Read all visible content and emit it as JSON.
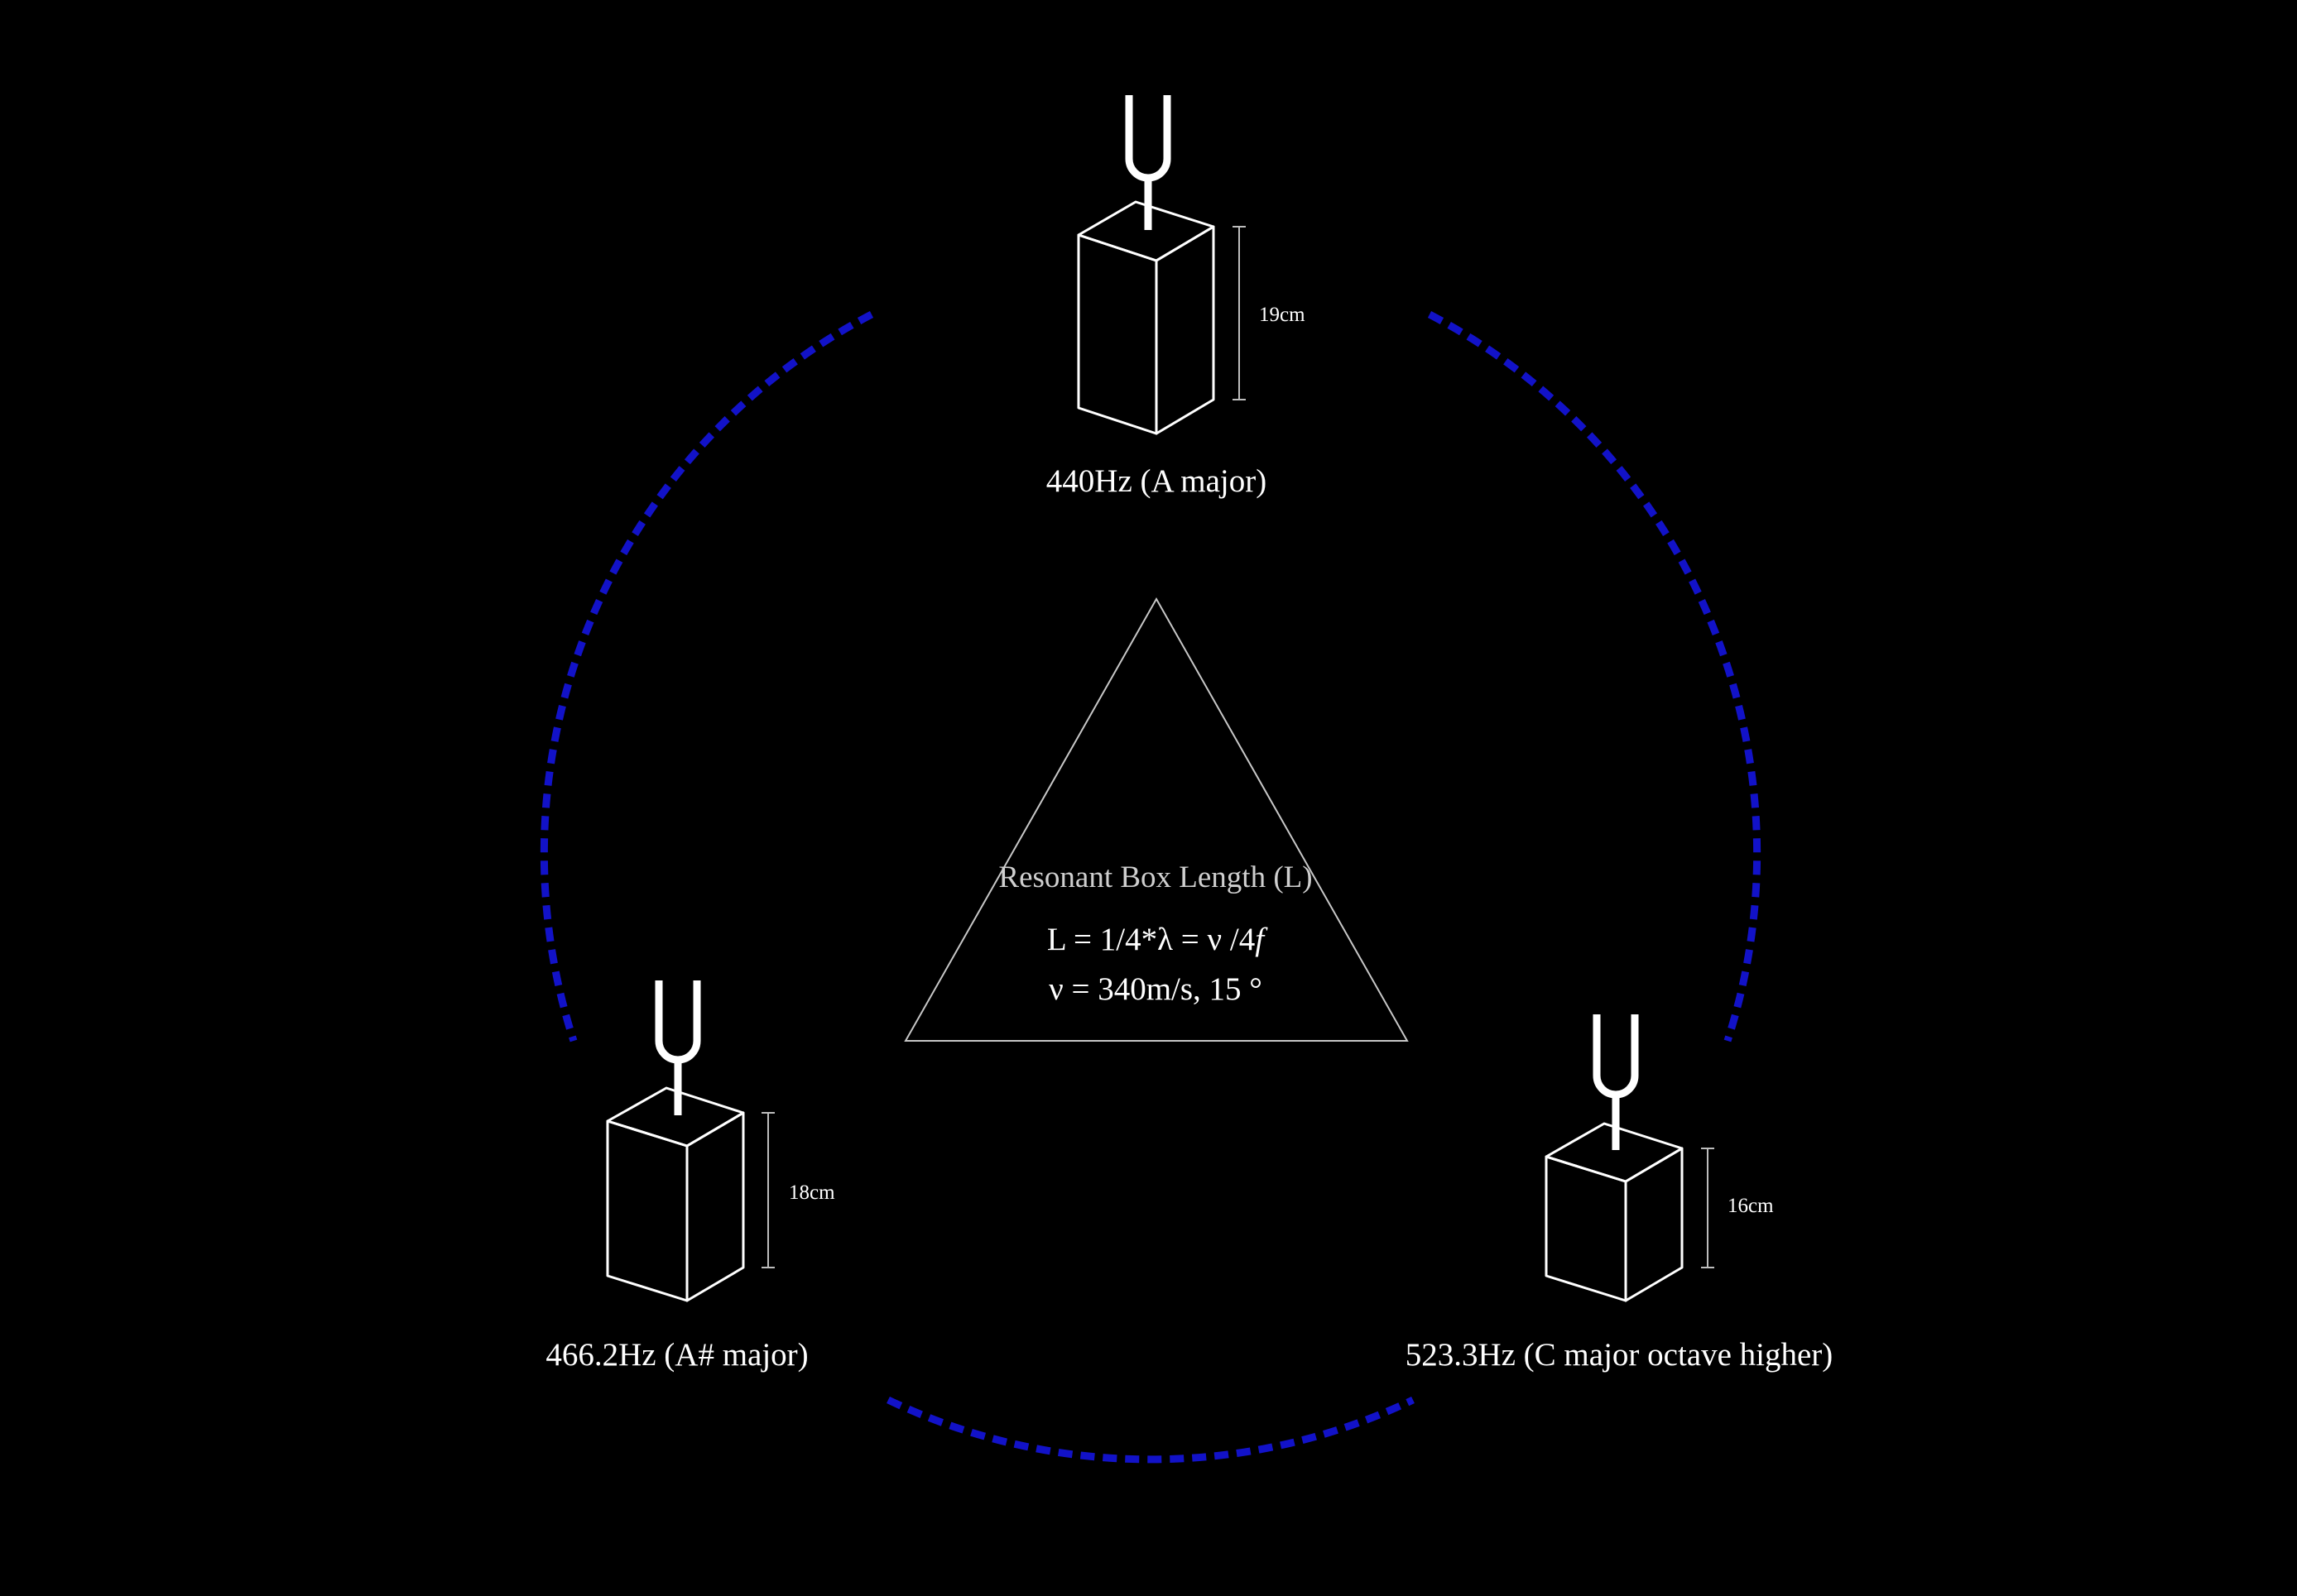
{
  "colors": {
    "background": "#000000",
    "arc": "#1212c8",
    "lines": "#ffffff"
  },
  "center": {
    "title": "Resonant Box Length (L)",
    "formula_1": "L = 1/4*λ = ν /4",
    "formula_1_symbol": "f",
    "formula_2": "ν = 340m/s, 15 °"
  },
  "forks": [
    {
      "frequency_label": "440Hz  (A major)",
      "height_label": "19cm"
    },
    {
      "frequency_label": "466.2Hz (A# major)",
      "height_label": "18cm"
    },
    {
      "frequency_label": "523.3Hz (C major octave higher)",
      "height_label": "16cm"
    }
  ]
}
